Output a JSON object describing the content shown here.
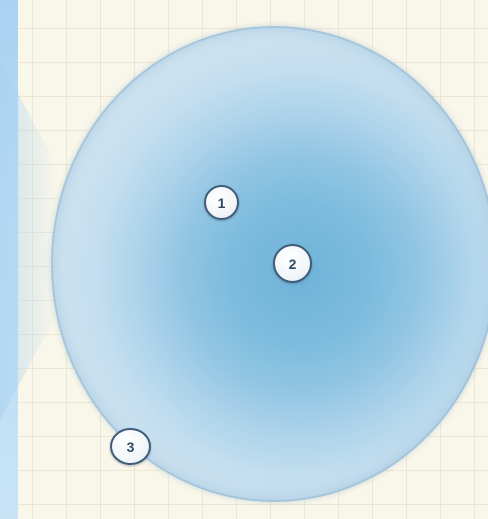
{
  "diagram": {
    "markers": [
      {
        "label": "1"
      },
      {
        "label": "2"
      },
      {
        "label": "3"
      }
    ]
  },
  "colors": {
    "sphere_core": "#6fb3d8",
    "sphere_edge": "#c5dcec",
    "marker_border": "#3e5c78",
    "background": "#f9f6ea",
    "left_strip": "#a9d3f1"
  }
}
